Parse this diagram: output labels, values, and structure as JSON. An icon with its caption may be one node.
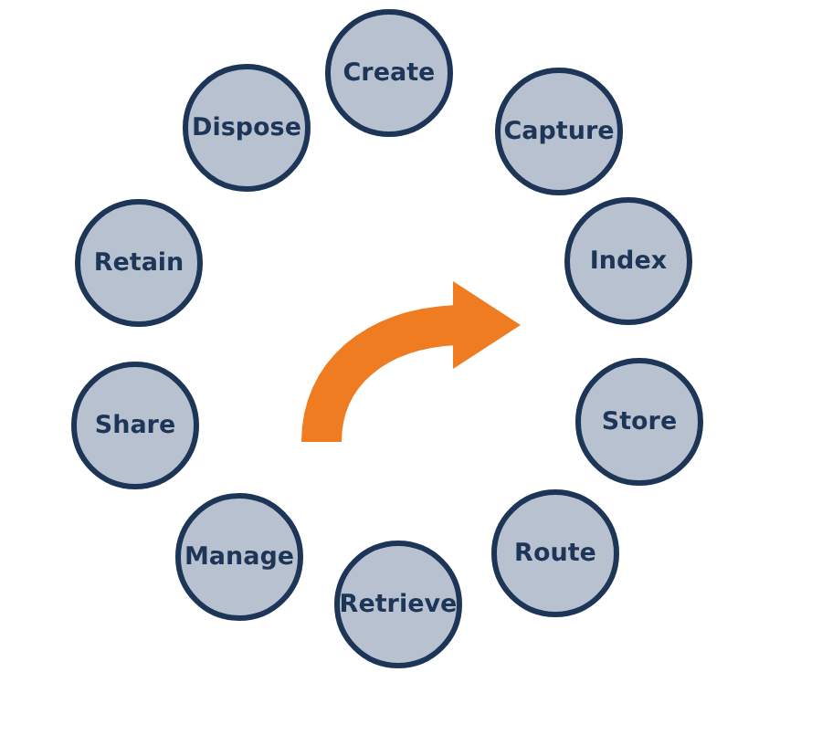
{
  "diagram": {
    "nodes": [
      {
        "text": [
          "Create"
        ]
      },
      {
        "text": [
          "Capture"
        ]
      },
      {
        "text": [
          "Index"
        ]
      },
      {
        "text": [
          "Store"
        ]
      },
      {
        "text": [
          "Route"
        ]
      },
      {
        "text": [
          "Retrieve"
        ]
      },
      {
        "text": [
          "Manage"
        ]
      },
      {
        "text": [
          "Share"
        ]
      },
      {
        "text": [
          "Retain"
        ]
      },
      {
        "text": [
          "Dispose"
        ]
      }
    ]
  }
}
